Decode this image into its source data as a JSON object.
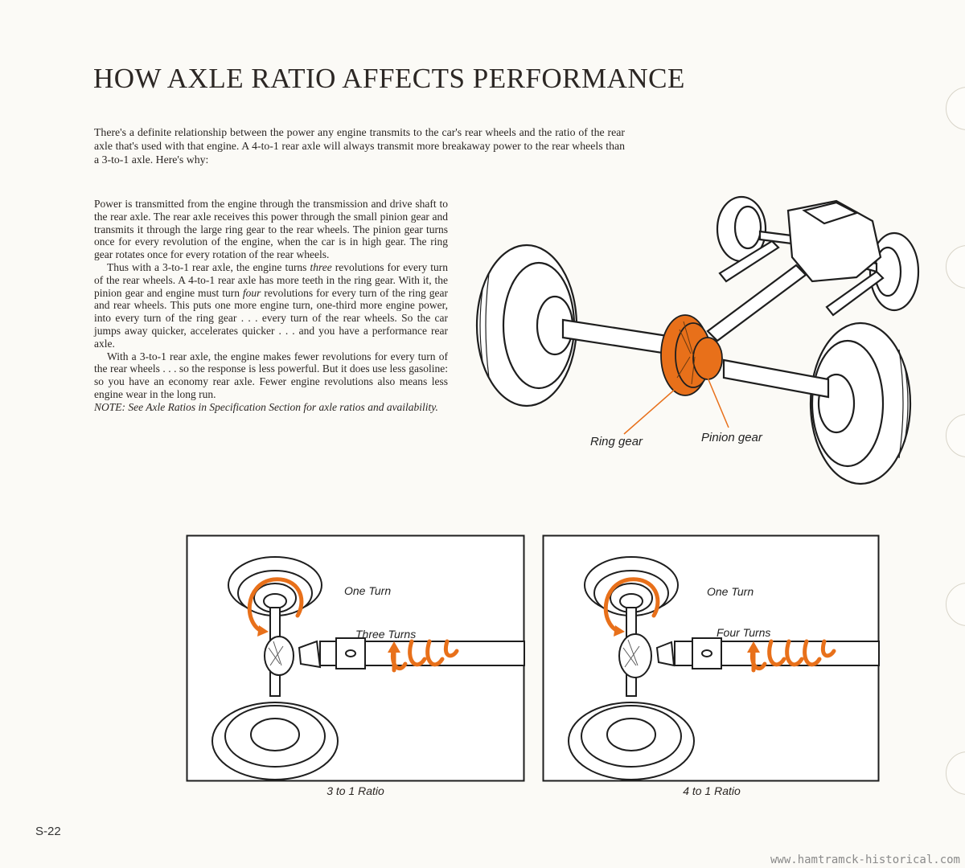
{
  "title": "HOW AXLE RATIO AFFECTS PERFORMANCE",
  "intro": "There's a definite relationship between the power any engine transmits to the car's rear wheels and the ratio of the rear axle that's used with that engine. A 4-to-1 rear axle will always transmit more breakaway power to the rear wheels than a 3-to-1 axle. Here's why:",
  "body": {
    "p1": "Power is transmitted from the engine through the transmission and drive shaft to the rear axle. The rear axle receives this power through the small pinion gear and transmits it through the large ring gear to the rear wheels. The pinion gear turns once for every revolution of the engine, when the car is in high gear. The ring gear rotates once for every rotation of the rear wheels.",
    "p2_a": "Thus with a 3-to-1 rear axle, the engine turns ",
    "p2_em1": "three",
    "p2_b": " revolutions for every turn of the rear wheels. A 4-to-1 rear axle has more teeth in the ring gear. With it, the pinion gear and engine must turn ",
    "p2_em2": "four",
    "p2_c": " revolutions for every turn of the ring gear and rear wheels. This puts one more engine turn, one-third more engine power, into every turn of the ring gear . . . every turn of the rear wheels. So the car jumps away quicker, accelerates quicker . . . and you have a performance rear axle.",
    "p3": "With a 3-to-1 rear axle, the engine makes fewer revolutions for every turn of the rear wheels . . . so the response is less powerful. But it does use less gasoline: so you have an economy rear axle. Fewer engine revolutions also means less engine wear in the long run.",
    "note": "NOTE: See Axle Ratios in Specification Section for axle ratios and availability."
  },
  "main_diagram": {
    "label_ring": "Ring gear",
    "label_pinion": "Pinion gear",
    "accent": "#e8701a"
  },
  "panels": [
    {
      "label_one": "One Turn",
      "label_turns": "Three Turns",
      "caption": "3 to 1 Ratio",
      "coils": 3
    },
    {
      "label_one": "One Turn",
      "label_turns": "Four Turns",
      "caption": "4 to 1 Ratio",
      "coils": 4
    }
  ],
  "page_number": "S-22",
  "watermark": "www.hamtramck-historical.com"
}
